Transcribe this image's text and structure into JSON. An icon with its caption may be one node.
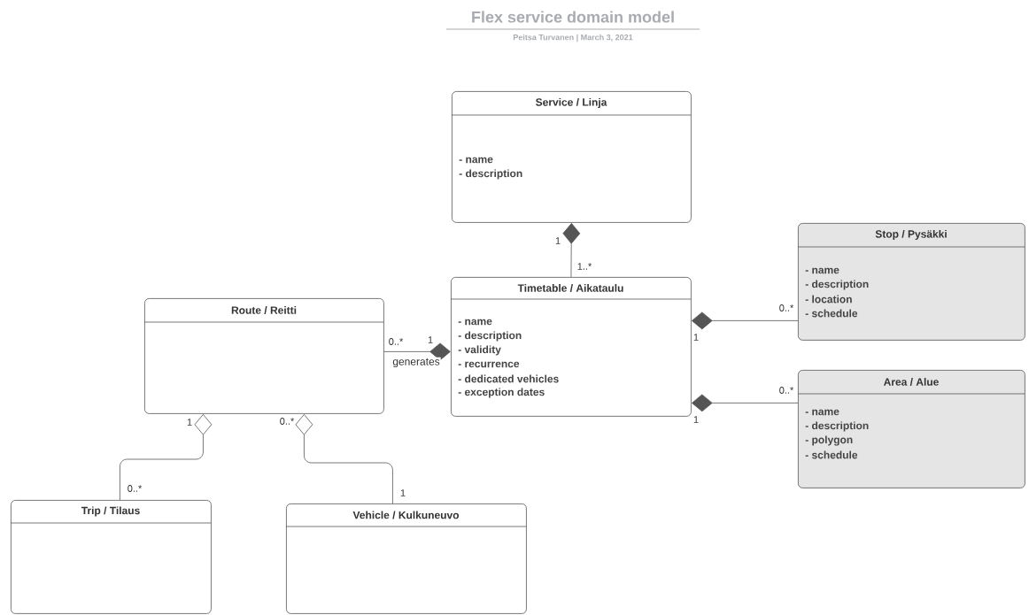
{
  "diagram": {
    "title": "Flex service domain model",
    "caption": "Peitsa Turvanen | March 3, 2021",
    "nodes": [
      {
        "text": [
          "Service / Linja",
          "- name",
          "- description"
        ]
      },
      {
        "text": [
          "Stop / Pysäkki",
          "- name",
          "- description",
          "- location",
          "- schedule"
        ]
      },
      {
        "text": [
          "Route / Reitti"
        ]
      },
      {
        "text": [
          "Timetable / Aikataulu",
          "- name",
          "- description",
          "- validity",
          "- recurrence",
          "- dedicated vehicles",
          "- exception dates"
        ]
      },
      {
        "text": [
          "Area / Alue",
          "- name",
          "- description",
          "- polygon",
          "- schedule"
        ]
      },
      {
        "text": [
          "Trip / Tilaus"
        ]
      },
      {
        "text": [
          "Vehicle / Kulkuneuvo"
        ]
      }
    ],
    "edges": [
      {
        "from": 3,
        "to": 0,
        "arrow": "other"
      },
      {
        "from": 1,
        "to": 3,
        "arrow": "other"
      },
      {
        "from": 4,
        "to": 3,
        "arrow": "other"
      },
      {
        "from": 2,
        "to": 3,
        "arrow": "other",
        "label": "generates"
      },
      {
        "from": 5,
        "to": 2,
        "arrow": "other"
      },
      {
        "from": 6,
        "to": 2,
        "arrow": "other"
      }
    ],
    "labels": [
      "1",
      "1..*",
      "0..*",
      "1",
      "1",
      "0..*",
      "0..*",
      "1",
      "1",
      "0..*",
      "0..*",
      "1"
    ]
  }
}
